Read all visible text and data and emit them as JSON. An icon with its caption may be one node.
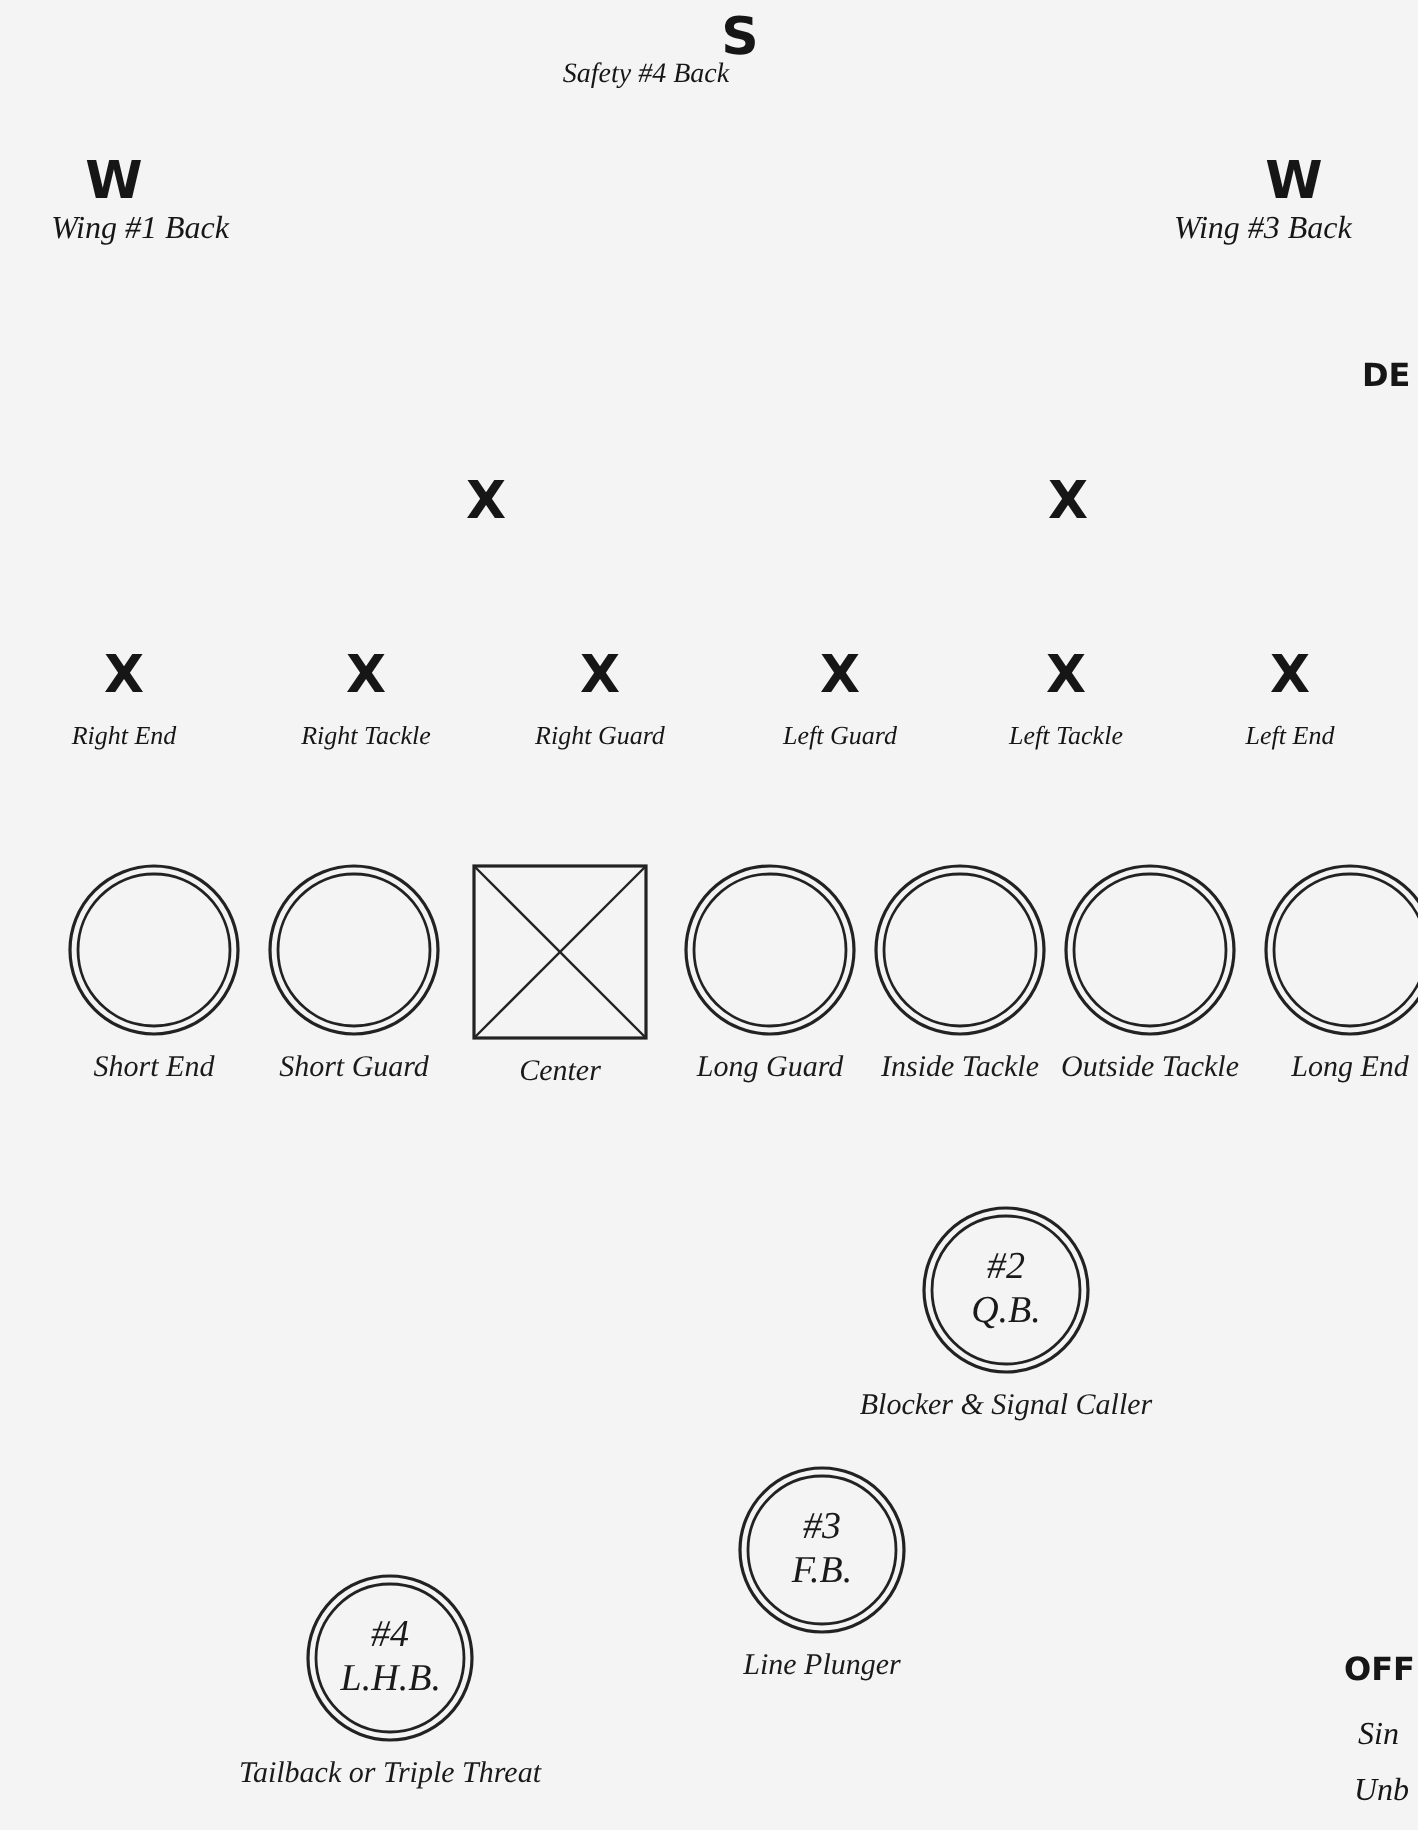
{
  "diagram": {
    "nodes": [
      {
        "text": [
          "Short End"
        ]
      },
      {
        "text": [
          "Short Guard"
        ]
      },
      {
        "text": [
          "Center"
        ]
      },
      {
        "text": [
          "Long Guard"
        ]
      },
      {
        "text": [
          "Inside Tackle"
        ]
      },
      {
        "text": [
          "Outside Tackle"
        ]
      },
      {
        "text": [
          "Long End"
        ]
      },
      {
        "text": [
          "#2 Q.B.",
          "Blocker & Signal Caller"
        ]
      },
      {
        "text": [
          "#3 F.B.",
          "Line Plunger"
        ]
      },
      {
        "text": [
          "#4 L.H.B.",
          "Tailback or Triple Threat"
        ]
      }
    ],
    "labels": [
      "S",
      "Safety #4 Back",
      "W",
      "Wing #1 Back",
      "W",
      "Wing #3 Back",
      "DE",
      "X",
      "X",
      "X",
      "X",
      "X",
      "X",
      "X",
      "X",
      "Right End",
      "Right Tackle",
      "Right Guard",
      "Left Guard",
      "Left Tackle",
      "Left End",
      "OFF",
      "Sin",
      "Unb"
    ]
  }
}
